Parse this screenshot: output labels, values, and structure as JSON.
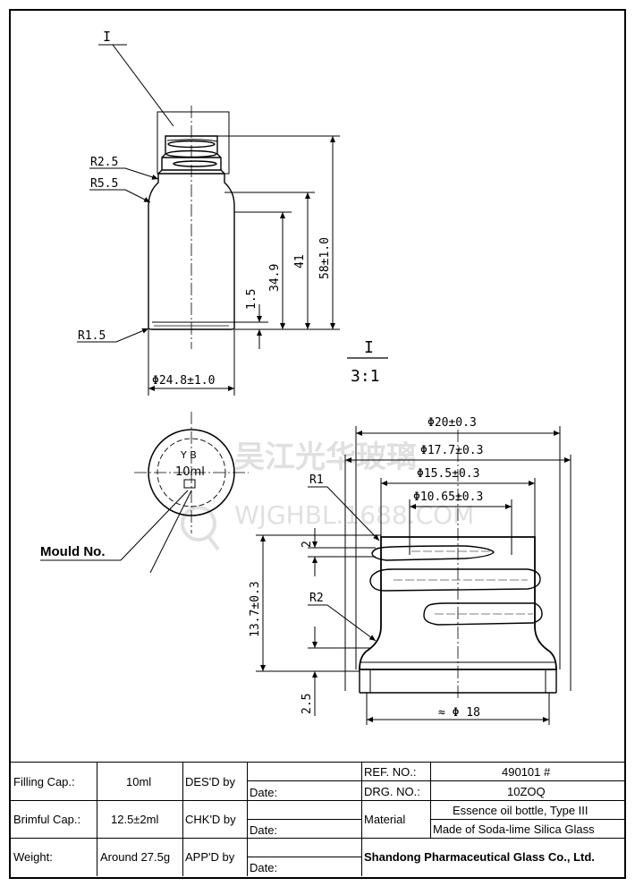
{
  "detail": {
    "marker": "I",
    "scale": "3:1"
  },
  "dims": {
    "r25": "R2.5",
    "r55": "R5.5",
    "r15": "R1.5",
    "d248": "Φ24.8±1.0",
    "h15": "1.5",
    "h349": "34.9",
    "h41": "41",
    "h58": "58±1.0",
    "d20": "Φ20±0.3",
    "d177": "Φ17.7±0.3",
    "d155": "Φ15.5±0.3",
    "d1065": "Φ10.65±0.3",
    "r1": "R1",
    "r2": "R2",
    "h2": "2",
    "h137": "13.7±0.3",
    "h25": "2.5",
    "d18": "≈ Φ 18"
  },
  "bottom_view": {
    "yb": "Y B",
    "volume": "10ml",
    "mould_label": "Mould No."
  },
  "watermark": {
    "cn": "吴江光华玻璃",
    "url": "WJGHBL.1688.COM"
  },
  "title_block": {
    "filling_label": "Filling Cap.:",
    "filling_value": "10ml",
    "brimful_label": "Brimful Cap.:",
    "brimful_value": "12.5±2ml",
    "weight_label": "Weight:",
    "weight_value": "Around 27.5g",
    "des_label": "DES'D by",
    "chk_label": "CHK'D by",
    "app_label": "APP'D by",
    "date_label": "Date:",
    "ref_label": "REF. NO.:",
    "ref_value": "490101 #",
    "drg_label": "DRG. NO.:",
    "drg_value": "10ZOQ",
    "material_label": "Material",
    "material_line1": "Essence oil bottle, Type III",
    "material_line2": "Made of Soda-lime Silica Glass",
    "company": "Shandong Pharmaceutical Glass Co., Ltd."
  }
}
